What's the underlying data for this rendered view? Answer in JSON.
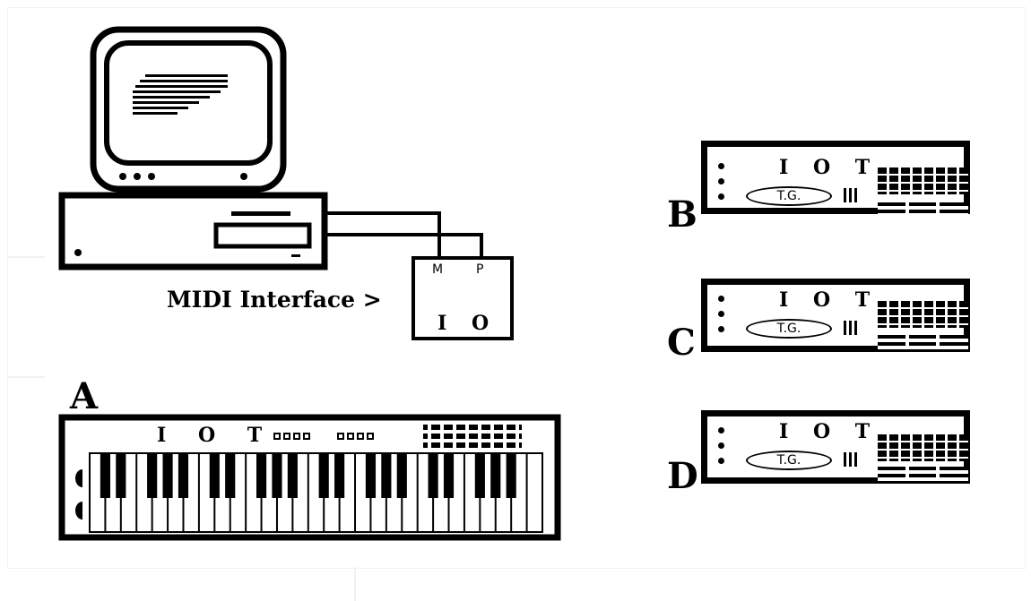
{
  "labels": {
    "midi_interface": "MIDI Interface >",
    "a": "A",
    "b": "B",
    "c": "C",
    "d": "D"
  },
  "interface_box": {
    "m": "M",
    "p": "P",
    "io": "I O"
  },
  "keyboard": {
    "iot": "I O T"
  },
  "racks": [
    {
      "letter": "B",
      "iot": "I O T",
      "tg": "T.G."
    },
    {
      "letter": "C",
      "iot": "I O T",
      "tg": "T.G."
    },
    {
      "letter": "D",
      "iot": "I O T",
      "tg": "T.G."
    }
  ],
  "colors": {
    "ink": "#000000",
    "paper": "#ffffff"
  }
}
